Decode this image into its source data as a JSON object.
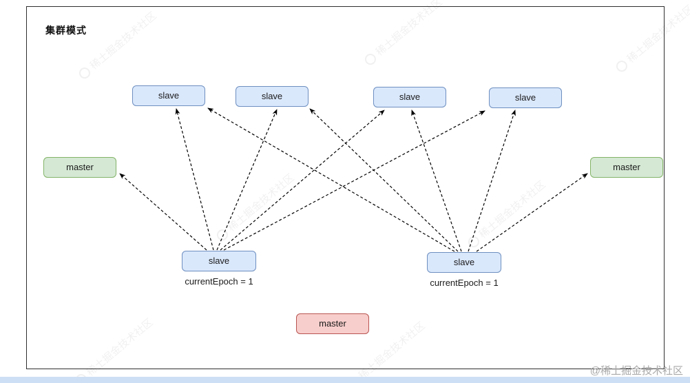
{
  "diagram": {
    "title": "集群模式",
    "nodes": [
      {
        "id": "slave-top-1",
        "label": "slave",
        "role": "slave"
      },
      {
        "id": "slave-top-2",
        "label": "slave",
        "role": "slave"
      },
      {
        "id": "slave-top-3",
        "label": "slave",
        "role": "slave"
      },
      {
        "id": "slave-top-4",
        "label": "slave",
        "role": "slave"
      },
      {
        "id": "master-left",
        "label": "master",
        "role": "master"
      },
      {
        "id": "master-right",
        "label": "master",
        "role": "master"
      },
      {
        "id": "slave-bottom-left",
        "label": "slave",
        "role": "slave",
        "caption": "currentEpoch = 1"
      },
      {
        "id": "slave-bottom-right",
        "label": "slave",
        "role": "slave",
        "caption": "currentEpoch = 1"
      },
      {
        "id": "master-bottom",
        "label": "master",
        "role": "master-failed"
      }
    ],
    "edges": [
      {
        "from": "slave-bottom-left",
        "to": "master-left",
        "style": "dashed-arrow"
      },
      {
        "from": "slave-bottom-left",
        "to": "slave-top-1",
        "style": "dashed-arrow"
      },
      {
        "from": "slave-bottom-left",
        "to": "slave-top-2",
        "style": "dashed-arrow"
      },
      {
        "from": "slave-bottom-left",
        "to": "slave-top-3",
        "style": "dashed-arrow"
      },
      {
        "from": "slave-bottom-left",
        "to": "slave-top-4",
        "style": "dashed-arrow"
      },
      {
        "from": "slave-bottom-right",
        "to": "master-right",
        "style": "dashed-arrow"
      },
      {
        "from": "slave-bottom-right",
        "to": "slave-top-1",
        "style": "dashed-arrow"
      },
      {
        "from": "slave-bottom-right",
        "to": "slave-top-2",
        "style": "dashed-arrow"
      },
      {
        "from": "slave-bottom-right",
        "to": "slave-top-3",
        "style": "dashed-arrow"
      },
      {
        "from": "slave-bottom-right",
        "to": "slave-top-4",
        "style": "dashed-arrow"
      }
    ],
    "colors": {
      "slave_fill": "#dae8fc",
      "slave_border": "#6c8ebf",
      "master_fill": "#d5e8d4",
      "master_border": "#82b366",
      "failed_master_fill": "#f8cecc",
      "failed_master_border": "#b85450",
      "edge_color": "#000000",
      "bottom_bar": "#cddff4"
    }
  },
  "watermark": {
    "pattern_text": "稀土掘金技术社区",
    "credit": "@稀土掘金技术社区"
  }
}
